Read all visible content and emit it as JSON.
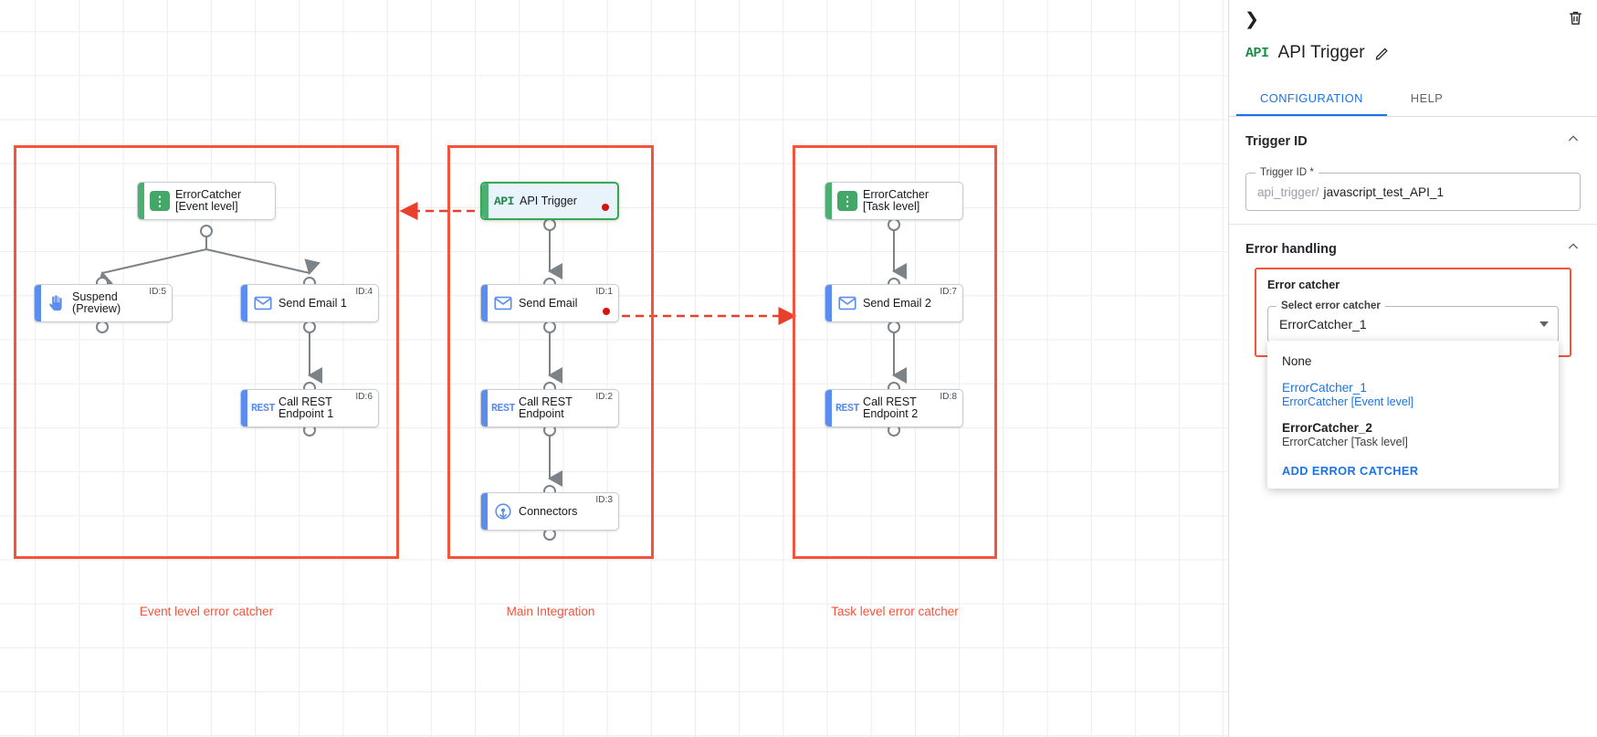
{
  "canvas": {
    "groups": [
      {
        "label": "Event level error catcher"
      },
      {
        "label": "Main Integration"
      },
      {
        "label": "Task level error catcher"
      }
    ],
    "nodes": {
      "error_catcher_event": {
        "title": "ErrorCatcher\n[Event level]",
        "icon": "error-catcher-icon",
        "id": ""
      },
      "suspend": {
        "title": "Suspend\n(Preview)",
        "icon": "suspend-hand-icon",
        "id": "ID:5"
      },
      "send_email_1": {
        "title": "Send Email 1",
        "icon": "email-icon",
        "id": "ID:4"
      },
      "call_rest_1": {
        "title": "Call REST\nEndpoint 1",
        "icon": "rest-icon",
        "id": "ID:6"
      },
      "api_trigger": {
        "title": "API Trigger",
        "icon": "api-icon",
        "id": ""
      },
      "send_email": {
        "title": "Send Email",
        "icon": "email-icon",
        "id": "ID:1"
      },
      "call_rest": {
        "title": "Call REST\nEndpoint",
        "icon": "rest-icon",
        "id": "ID:2"
      },
      "connectors": {
        "title": "Connectors",
        "icon": "connectors-icon",
        "id": "ID:3"
      },
      "error_catcher_task": {
        "title": "ErrorCatcher\n[Task level]",
        "icon": "error-catcher-icon",
        "id": ""
      },
      "send_email_2": {
        "title": "Send Email 2",
        "icon": "email-icon",
        "id": "ID:7"
      },
      "call_rest_2": {
        "title": "Call REST\nEndpoint 2",
        "icon": "rest-icon",
        "id": "ID:8"
      }
    },
    "colors": {
      "group_border": "#f4543c",
      "error_link": "#e8402a",
      "node_accent_blue": "#5b8def",
      "node_accent_green": "#4caf72",
      "selected_border": "#34a853",
      "error_dot": "#d5130f"
    }
  },
  "panel": {
    "expand_icon": "chevron-right-icon",
    "delete_icon": "trash-icon",
    "title": "API Trigger",
    "title_icon": "api-icon",
    "edit_icon": "pencil-icon",
    "tabs": [
      {
        "label": "CONFIGURATION",
        "active": true
      },
      {
        "label": "HELP",
        "active": false
      }
    ],
    "trigger_id_section": {
      "title": "Trigger ID",
      "collapse_icon": "chevron-up-icon",
      "field_label": "Trigger ID *",
      "field_prefix": "api_trigger/",
      "field_value": "javascript_test_API_1"
    },
    "error_handling_section": {
      "title": "Error handling",
      "collapse_icon": "chevron-up-icon",
      "error_catcher_label": "Error catcher",
      "select_label": "Select error catcher",
      "select_value": "ErrorCatcher_1",
      "dropdown": {
        "options": [
          {
            "main": "None",
            "sub": "",
            "selected": false
          },
          {
            "main": "ErrorCatcher_1",
            "sub": "ErrorCatcher [Event level]",
            "selected": true
          },
          {
            "main": "ErrorCatcher_2",
            "sub": "ErrorCatcher [Task level]",
            "selected": false
          }
        ],
        "action": "ADD ERROR CATCHER"
      }
    }
  }
}
